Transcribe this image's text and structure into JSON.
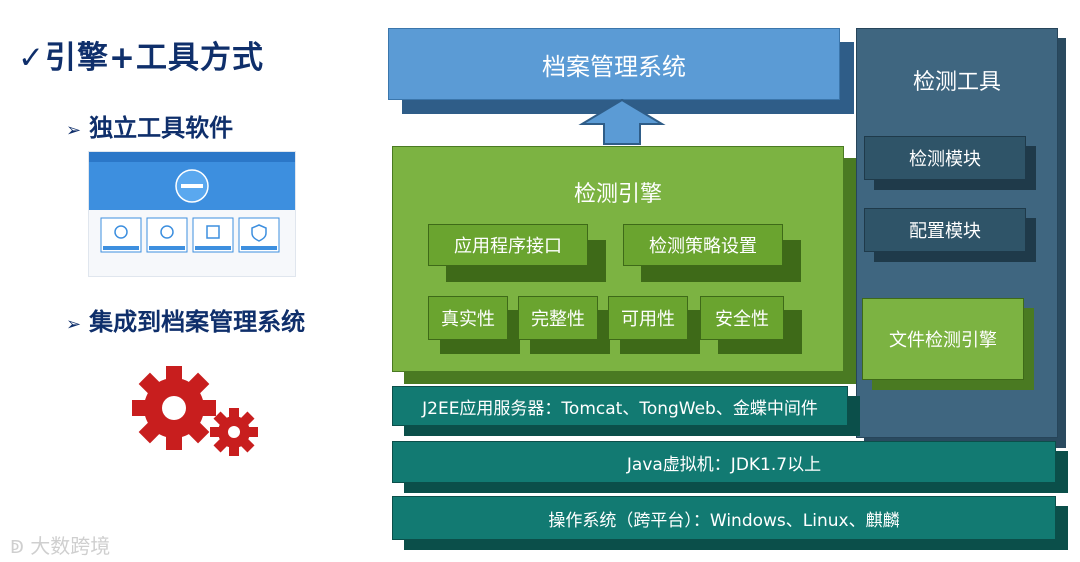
{
  "left": {
    "title": "✓引擎+工具方式",
    "bullet_standalone": "独立工具软件",
    "bullet_integrated": "集成到档案管理系统",
    "watermark": "大数跨境"
  },
  "diagram": {
    "archive_system": "档案管理系统",
    "engine": {
      "title": "检测引擎",
      "api": "应用程序接口",
      "policy": "检测策略设置",
      "props": [
        "真实性",
        "完整性",
        "可用性",
        "安全性"
      ]
    },
    "tools": {
      "title": "检测工具",
      "modules": [
        "检测模块",
        "配置模块"
      ],
      "file_engine": "文件检测引擎"
    },
    "layers": [
      "J2EE应用服务器：Tomcat、TongWeb、金蝶中间件",
      "Java虚拟机：JDK1.7以上",
      "操作系统（跨平台）：Windows、Linux、麒麟"
    ]
  },
  "colors": {
    "navy": "#0f2f6b",
    "archive_blue": "#5b9bd5",
    "engine_green": "#7cb342",
    "tools_slate": "#3f6680",
    "layer_teal": "#127a72",
    "gear_red": "#c81e1e"
  }
}
